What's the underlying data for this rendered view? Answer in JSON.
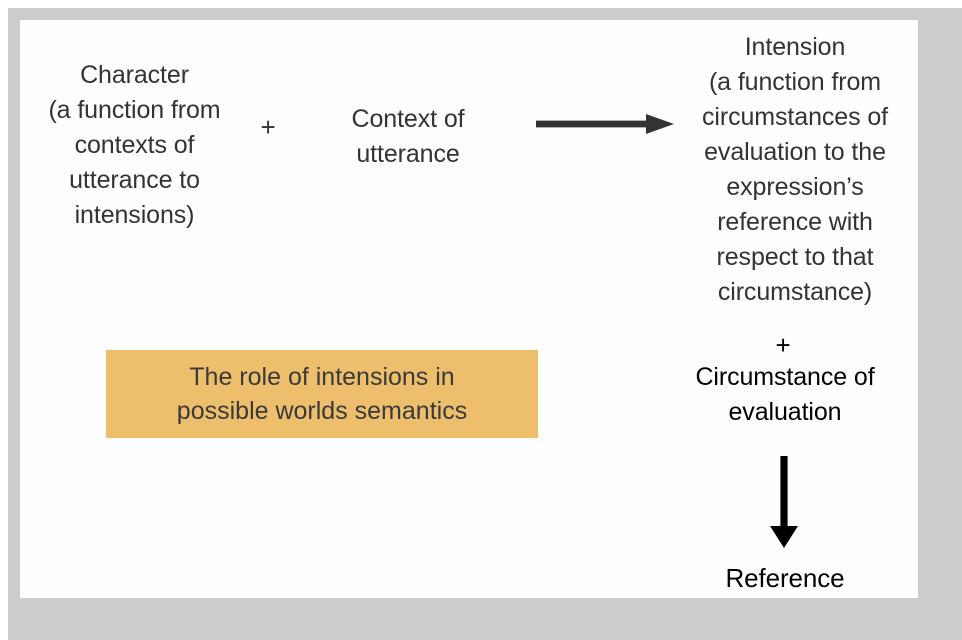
{
  "figure": {
    "title": "The role of intensions in possible worlds semantics",
    "frame_color": "#cccccc",
    "plate_color": "#fefefe"
  },
  "nodes": {
    "character": {
      "label": "Character\n(a function from\ncontexts of\nutterance to\nintensions)",
      "color": "#333333"
    },
    "operator_1": {
      "label": "+",
      "color": "#333333"
    },
    "context": {
      "label": "Context of\nutterance",
      "color": "#333333"
    },
    "intension": {
      "label": "Intension\n(a function from\ncircumstances of\nevaluation to the\nexpression’s\nreference with\nrespect to that\ncircumstance)",
      "color": "#333333"
    },
    "operator_2": {
      "label": "+",
      "color": "#000000"
    },
    "circumstance": {
      "label": "Circumstance of\nevaluation",
      "color": "#000000"
    },
    "reference": {
      "label": "Reference",
      "color": "#000000"
    }
  },
  "arrows": {
    "horizontal": {
      "name": "arrow-right-icon",
      "color": "#333333",
      "from": "Character + Context of utterance",
      "to": "Intension"
    },
    "vertical": {
      "name": "arrow-down-icon",
      "color": "#000000",
      "from": "Intension + Circumstance of evaluation",
      "to": "Reference"
    }
  },
  "caption": {
    "text": "The role of intensions in\npossible worlds semantics",
    "background": "#edbf6d",
    "text_color": "#3a3a3a"
  }
}
